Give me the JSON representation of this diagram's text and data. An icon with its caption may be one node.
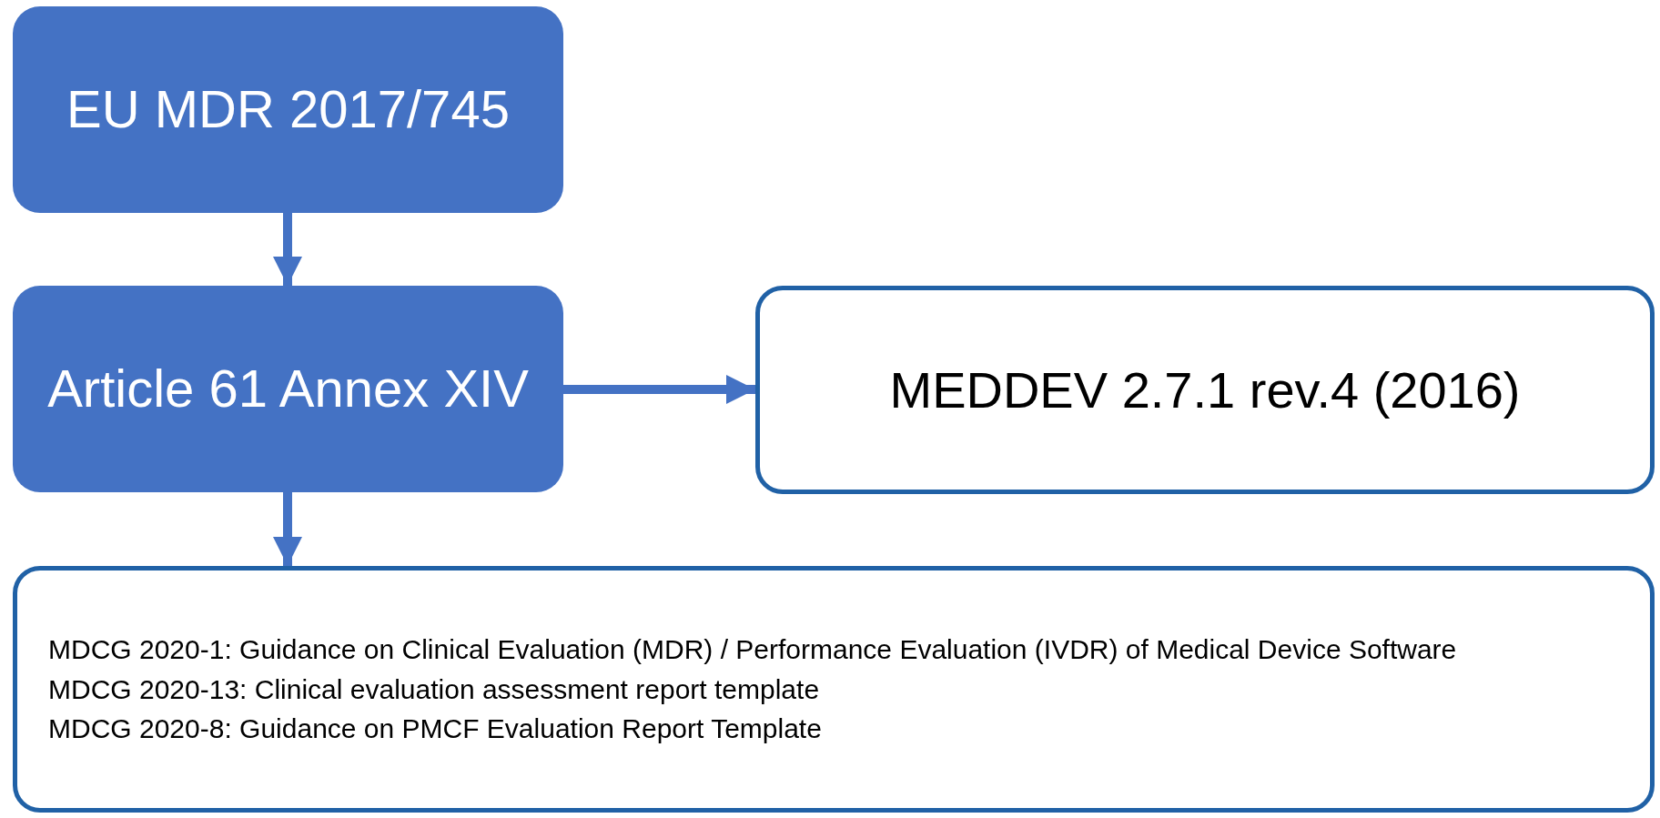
{
  "diagram": {
    "nodes": [
      {
        "text": [
          "EU MDR 2017/745"
        ]
      },
      {
        "text": [
          "Article 61 Annex XIV"
        ]
      },
      {
        "text": [
          "MEDDEV 2.7.1 rev.4 (2016)"
        ]
      },
      {
        "text": [
          "MDCG 2020-1: Guidance on Clinical Evaluation (MDR) / Performance Evaluation (IVDR) of Medical Device Software",
          "MDCG 2020-13: Clinical evaluation assessment report template",
          "MDCG 2020-8: Guidance on PMCF Evaluation Report Template"
        ]
      }
    ],
    "edges": [
      {
        "from": 0,
        "to": 1,
        "arrow": "to"
      },
      {
        "from": 1,
        "to": 2,
        "arrow": "to"
      },
      {
        "from": 1,
        "to": 3,
        "arrow": "to"
      }
    ]
  }
}
